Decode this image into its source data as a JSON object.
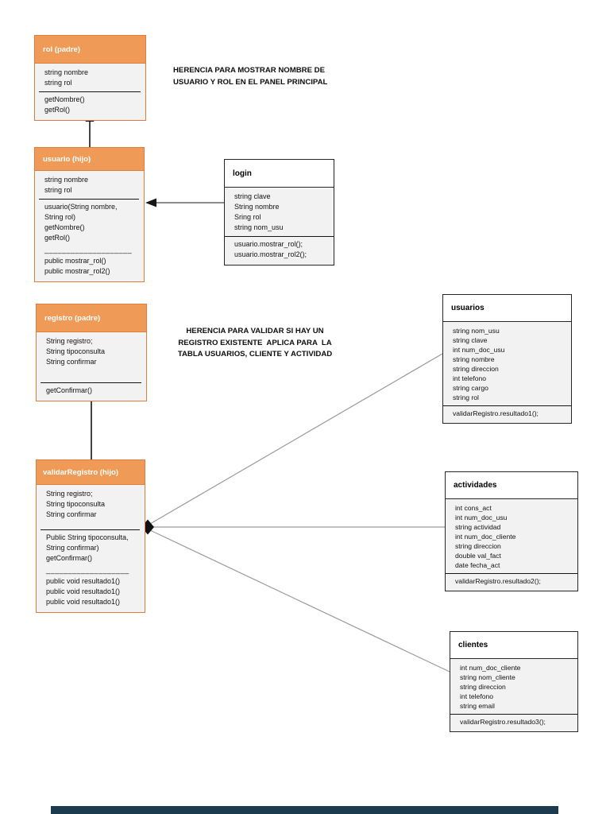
{
  "annotations": {
    "note_rol": {
      "line1": "HERENCIA PARA MOSTRAR NOMBRE DE",
      "line2": "USUARIO Y ROL EN EL PANEL PRINCIPAL"
    },
    "note_registro": {
      "line1": "HERENCIA PARA VALIDAR SI HAY UN",
      "line2": "REGISTRO EXISTENTE  APLICA PARA  LA",
      "line3": "TABLA USUARIOS, CLIENTE Y ACTIVIDAD"
    }
  },
  "classes": {
    "rol": {
      "title": "rol (padre)",
      "attributes": [
        "string nombre",
        "string rol"
      ],
      "methods": [
        "getNombre()",
        "getRol()"
      ]
    },
    "usuario": {
      "title": "usuario (hijo)",
      "attributes": [
        "string nombre",
        "string rol"
      ],
      "methods": [
        "usuario(String nombre,",
        "String rol)",
        "getNombre()",
        "getRol()"
      ],
      "separator": "____________________",
      "extra_methods": [
        "public mostrar_rol()",
        "public mostrar_rol2()"
      ]
    },
    "login": {
      "title": "login",
      "attributes": [
        "string clave",
        "String nombre",
        "Sring rol",
        "string nom_usu"
      ],
      "methods": [
        "usuario.mostrar_rol();",
        "usuario.mostrar_rol2();"
      ]
    },
    "registro": {
      "title": "registro (padre)",
      "attributes": [
        "String registro;",
        "String tipoconsulta",
        "String confirmar"
      ],
      "methods": [
        "getConfirmar()"
      ]
    },
    "validarRegistro": {
      "title": "validarRegistro (hijo)",
      "attributes": [
        "String registro;",
        "String tipoconsulta",
        "String confirmar"
      ],
      "methods": [
        "Public String tipoconsulta,",
        "String confirmar)",
        "getConfirmar()"
      ],
      "separator": "___________________",
      "extra_methods": [
        "public void resultado1()",
        "public void resultado1()",
        "public void resultado1()"
      ]
    },
    "usuarios": {
      "title": "usuarios",
      "attributes": [
        "string nom_usu",
        "string clave",
        "int num_doc_usu",
        "string nombre",
        "string direccion",
        "int telefono",
        "string cargo",
        "string rol"
      ],
      "methods": [
        "validarRegistro.resultado1();"
      ]
    },
    "actividades": {
      "title": "actividades",
      "attributes": [
        "int cons_act",
        "int num_doc_usu",
        "string actividad",
        "int num_doc_cliente",
        "string direccion",
        "double val_fact",
        "date fecha_act"
      ],
      "methods": [
        "validarRegistro.resultado2();"
      ]
    },
    "clientes": {
      "title": "clientes",
      "attributes": [
        "int num_doc_cliente",
        "string nom_cliente",
        "string direccion",
        "int telefono",
        "string email"
      ],
      "methods": [
        "validarRegistro.resultado3();"
      ]
    }
  },
  "colors": {
    "orange_header": "#EF9A57",
    "orange_border": "#DF7E3C",
    "body_fill": "#F2F2F2",
    "box_border": "#262626",
    "connector_gray": "#8C8C8C",
    "connector_black": "#161616",
    "next_page_strip": "#1D3B4E"
  }
}
